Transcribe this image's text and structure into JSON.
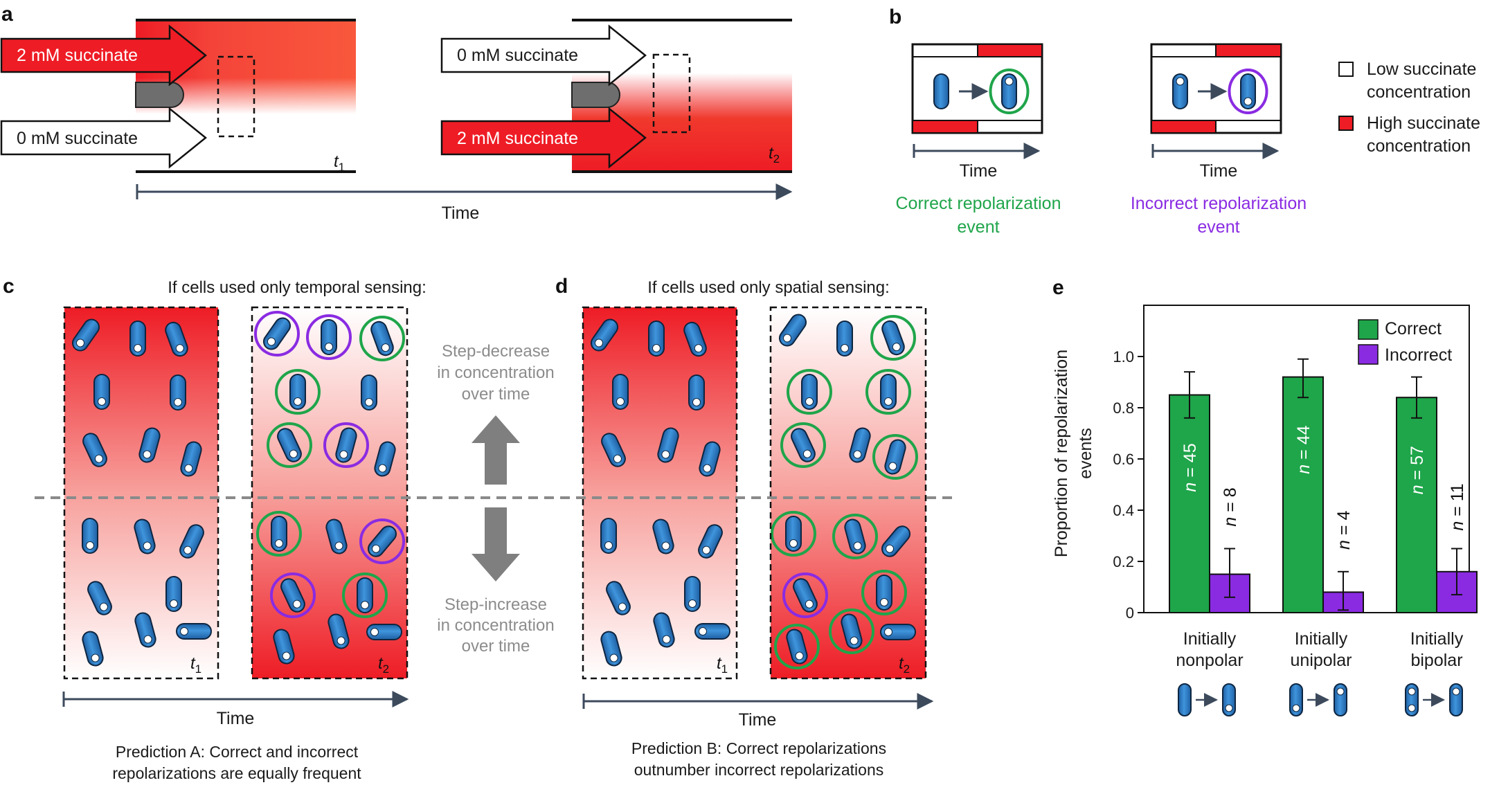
{
  "panel_a": {
    "label": "a",
    "flow_top_left": "2 mM succinate",
    "flow_bottom_left": "0 mM succinate",
    "flow_top_right": "0 mM succinate",
    "flow_bottom_right": "2 mM succinate",
    "t1_main": "t",
    "t1_sub": "1",
    "t2_main": "t",
    "t2_sub": "2",
    "axis_label": "Time"
  },
  "panel_b": {
    "label": "b",
    "time_label_1": "Time",
    "time_label_2": "Time",
    "correct_line1": "Correct repolarization",
    "correct_line2": "event",
    "incorrect_line1": "Incorrect repolarization",
    "incorrect_line2": "event",
    "legend_low_1": "Low succinate",
    "legend_low_2": "concentration",
    "legend_high_1": "High succinate",
    "legend_high_2": "concentration"
  },
  "panel_c": {
    "label": "c",
    "header": "If cells used only temporal sensing:",
    "axis_label": "Time",
    "prediction_line1": "Prediction A: Correct and incorrect",
    "prediction_line2": "repolarizations are equally frequent"
  },
  "panel_d": {
    "label": "d",
    "header": "If cells used only spatial sensing:",
    "axis_label": "Time",
    "prediction_line1": "Prediction B: Correct repolarizations",
    "prediction_line2": "outnumber incorrect repolarizations"
  },
  "middle": {
    "decrease_lines": [
      "Step-decrease",
      "in concentration",
      "over time"
    ],
    "increase_lines": [
      "Step-increase",
      "in concentration",
      "over time"
    ]
  },
  "colors": {
    "red": "#ee1c25",
    "green": "#1fa54a",
    "purple": "#8a2be2",
    "cell_blue": "#2f7fc8",
    "axis": "#3c4a5c"
  },
  "chart_data": {
    "type": "bar",
    "panel_label": "e",
    "ylabel_line1": "Proportion of repolarization",
    "ylabel_line2": "events",
    "ylim": [
      0,
      1.2
    ],
    "yticks": [
      0,
      0.2,
      0.4,
      0.6,
      0.8,
      1.0
    ],
    "ytick_labels": [
      "0",
      "0.2",
      "0.4",
      "0.6",
      "0.8",
      "1.0"
    ],
    "categories": [
      {
        "line1": "Initially",
        "line2": "nonpolar"
      },
      {
        "line1": "Initially",
        "line2": "unipolar"
      },
      {
        "line1": "Initially",
        "line2": "bipolar"
      }
    ],
    "legend": [
      "Correct",
      "Incorrect"
    ],
    "series": [
      {
        "name": "Correct",
        "color": "#1fa54a",
        "values": [
          0.85,
          0.92,
          0.84
        ],
        "err_upper": [
          0.94,
          0.99,
          0.92
        ],
        "err_lower": [
          0.76,
          0.84,
          0.76
        ],
        "n_labels": [
          "45",
          "44",
          "57"
        ]
      },
      {
        "name": "Incorrect",
        "color": "#8a2be2",
        "values": [
          0.15,
          0.08,
          0.16
        ],
        "err_upper": [
          0.25,
          0.16,
          0.25
        ],
        "err_lower": [
          0.06,
          0.01,
          0.07
        ],
        "n_labels": [
          "8",
          "4",
          "11"
        ]
      }
    ],
    "n_prefix": "n",
    "n_equals": " = "
  }
}
